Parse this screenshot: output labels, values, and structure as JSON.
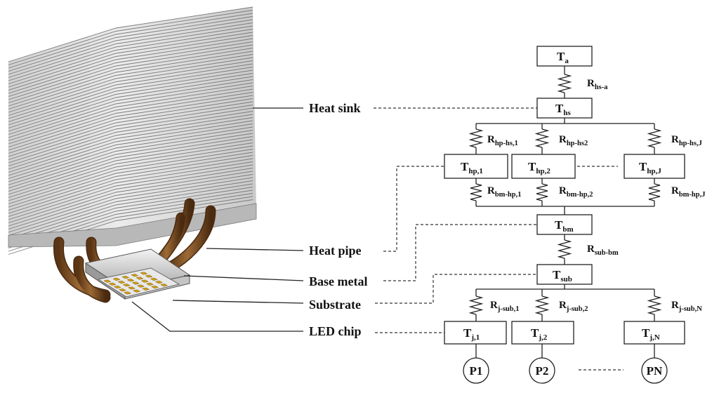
{
  "labels": {
    "heat_sink": "Heat sink",
    "heat_pipe": "Heat pipe",
    "base_metal": "Base metal",
    "substrate": "Substrate",
    "led_chip": "LED chip"
  },
  "nodes": {
    "ta": {
      "main": "T",
      "sub": "a"
    },
    "ths": {
      "main": "T",
      "sub": "hs"
    },
    "thp1": {
      "main": "T",
      "sub": "hp,1"
    },
    "thp2": {
      "main": "T",
      "sub": "hp,2"
    },
    "thpj": {
      "main": "T",
      "sub": "hp,J"
    },
    "tbm": {
      "main": "T",
      "sub": "bm"
    },
    "tsub": {
      "main": "T",
      "sub": "sub"
    },
    "tj1": {
      "main": "T",
      "sub": "j,1"
    },
    "tj2": {
      "main": "T",
      "sub": "j,2"
    },
    "tjn": {
      "main": "T",
      "sub": "j,N"
    }
  },
  "resistors": {
    "hs_a": {
      "main": "R",
      "sub": "hs-a"
    },
    "hp_hs_1": {
      "main": "R",
      "sub": "hp-hs,1"
    },
    "hp_hs_2": {
      "main": "R",
      "sub": "hp-hs2"
    },
    "hp_hs_j": {
      "main": "R",
      "sub": "hp-hs,J"
    },
    "bm_hp_1": {
      "main": "R",
      "sub": "bm-hp,1"
    },
    "bm_hp_2": {
      "main": "R",
      "sub": "bm-hp,2"
    },
    "bm_hp_j": {
      "main": "R",
      "sub": "bm-hp,J"
    },
    "sub_bm": {
      "main": "R",
      "sub": "sub-bm"
    },
    "j_sub_1": {
      "main": "R",
      "sub": "j-sub,1"
    },
    "j_sub_2": {
      "main": "R",
      "sub": "j-sub,2"
    },
    "j_sub_n": {
      "main": "R",
      "sub": "j-sub,N"
    }
  },
  "sources": {
    "p1": "P1",
    "p2": "P2",
    "pn": "PN"
  },
  "colors": {
    "fin": "#c9c9c9",
    "fin_edge": "#7a7a7a",
    "pipe": "#8a5a2b",
    "pipe_dark": "#5a3515",
    "chip": "#d4a017",
    "line": "#222222"
  }
}
